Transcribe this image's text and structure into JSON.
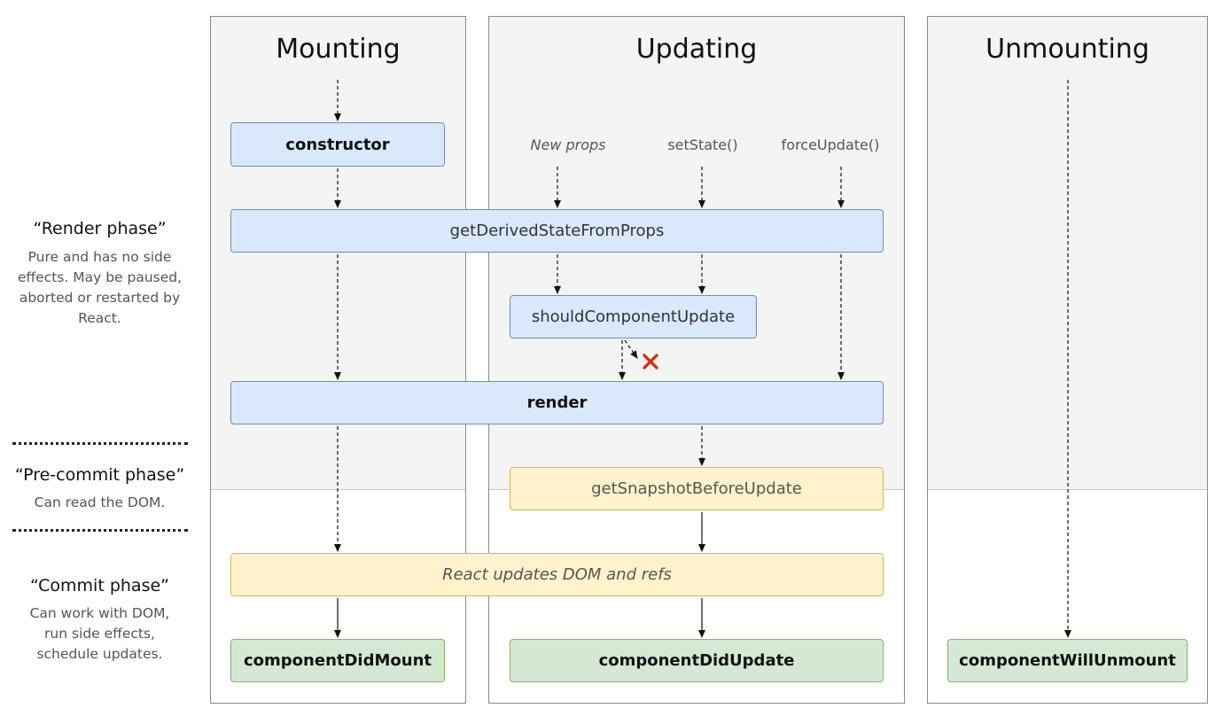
{
  "columns": {
    "mounting": "Mounting",
    "updating": "Updating",
    "unmounting": "Unmounting"
  },
  "phases": {
    "render": {
      "title": "“Render phase”",
      "description": "Pure and has no side\neffects. May be paused,\naborted or restarted by\nReact."
    },
    "pre_commit": {
      "title": "“Pre-commit phase”",
      "description": "Can read the DOM."
    },
    "commit": {
      "title": "“Commit phase”",
      "description": "Can work with DOM,\nrun side effects,\nschedule updates."
    }
  },
  "triggers": {
    "new_props": "New props",
    "set_state": "setState()",
    "force_update": "forceUpdate()"
  },
  "methods": {
    "constructor": "constructor",
    "get_derived_state_from_props": "getDerivedStateFromProps",
    "should_component_update": "shouldComponentUpdate",
    "render": "render",
    "get_snapshot_before_update": "getSnapshotBeforeUpdate",
    "react_updates_dom": "React updates DOM and refs",
    "component_did_mount": "componentDidMount",
    "component_did_update": "componentDidUpdate",
    "component_will_unmount": "componentWillUnmount"
  },
  "colors": {
    "blue_fill": "#dae8fc",
    "blue_border": "#6c8ebf",
    "yellow_fill": "#fff2cc",
    "yellow_border": "#d6b656",
    "green_fill": "#d5e8d4",
    "green_border": "#82b366",
    "reject_mark": "#e53c1f"
  },
  "icons": {
    "reject": "cross-icon"
  }
}
